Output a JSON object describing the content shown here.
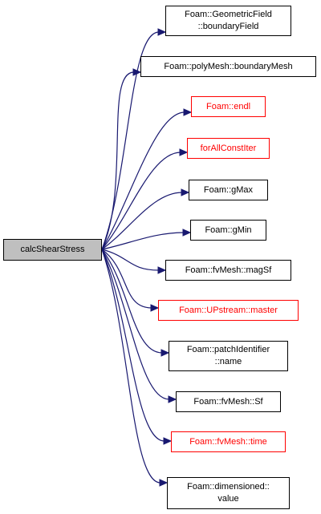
{
  "colors": {
    "edge": "#191970",
    "text": "#000000",
    "link_red": "#ff0000",
    "root_fill": "#bfbfbf",
    "border": "#000000"
  },
  "root": {
    "label": "calcShearStress"
  },
  "callees": [
    {
      "lines": [
        "Foam::GeometricField",
        "::boundaryField"
      ],
      "style": "black"
    },
    {
      "lines": [
        "Foam::polyMesh::boundaryMesh"
      ],
      "style": "black"
    },
    {
      "lines": [
        "Foam::endl"
      ],
      "style": "red"
    },
    {
      "lines": [
        "forAllConstIter"
      ],
      "style": "red"
    },
    {
      "lines": [
        "Foam::gMax"
      ],
      "style": "black"
    },
    {
      "lines": [
        "Foam::gMin"
      ],
      "style": "black"
    },
    {
      "lines": [
        "Foam::fvMesh::magSf"
      ],
      "style": "black"
    },
    {
      "lines": [
        "Foam::UPstream::master"
      ],
      "style": "red"
    },
    {
      "lines": [
        "Foam::patchIdentifier",
        "::name"
      ],
      "style": "black"
    },
    {
      "lines": [
        "Foam::fvMesh::Sf"
      ],
      "style": "black"
    },
    {
      "lines": [
        "Foam::fvMesh::time"
      ],
      "style": "red"
    },
    {
      "lines": [
        "Foam::dimensioned::",
        "value"
      ],
      "style": "black"
    }
  ]
}
